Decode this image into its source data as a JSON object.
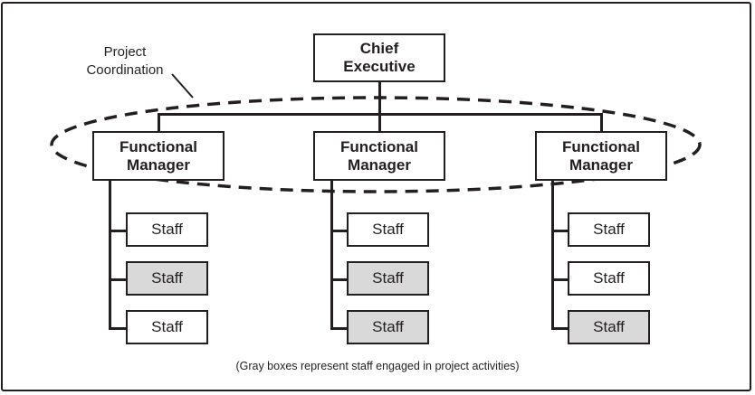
{
  "chief": {
    "line1": "Chief",
    "line2": "Executive"
  },
  "managers": [
    {
      "line1": "Functional",
      "line2": "Manager"
    },
    {
      "line1": "Functional",
      "line2": "Manager"
    },
    {
      "line1": "Functional",
      "line2": "Manager"
    }
  ],
  "staff_columns": [
    [
      {
        "label": "Staff",
        "project": false
      },
      {
        "label": "Staff",
        "project": true
      },
      {
        "label": "Staff",
        "project": false
      }
    ],
    [
      {
        "label": "Staff",
        "project": false
      },
      {
        "label": "Staff",
        "project": true
      },
      {
        "label": "Staff",
        "project": true
      }
    ],
    [
      {
        "label": "Staff",
        "project": false
      },
      {
        "label": "Staff",
        "project": false
      },
      {
        "label": "Staff",
        "project": true
      }
    ]
  ],
  "coordination_label": {
    "line1": "Project",
    "line2": "Coordination"
  },
  "caption": "(Gray boxes represent staff engaged in project activities)",
  "colors": {
    "line": "#231f20",
    "gray_box": "#d9d9d9",
    "background": "#ffffff"
  }
}
